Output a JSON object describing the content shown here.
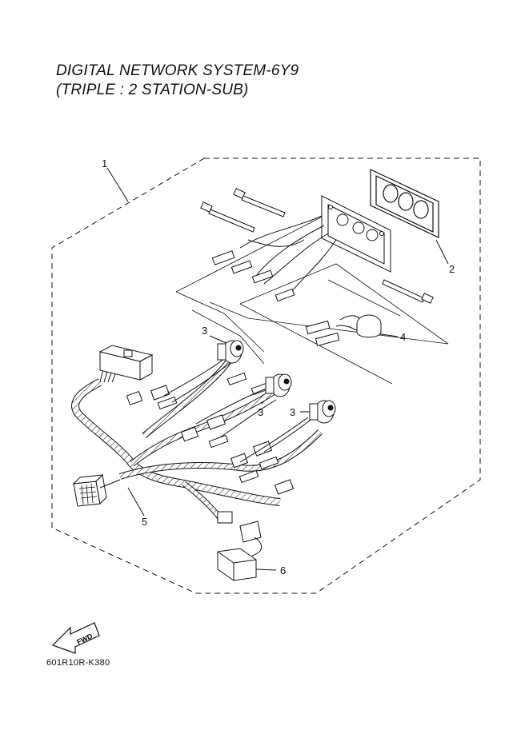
{
  "title_line1": "DIGITAL NETWORK SYSTEM-6Y9",
  "title_line2": "(TRIPLE : 2 STATION-SUB)",
  "callouts": {
    "c1": "1",
    "c2": "2",
    "c3a": "3",
    "c3b": "3",
    "c3c": "3",
    "c4": "4",
    "c5": "5",
    "c6": "6"
  },
  "fwd_label": "FWD",
  "drawing_code": "601R10R-K380"
}
